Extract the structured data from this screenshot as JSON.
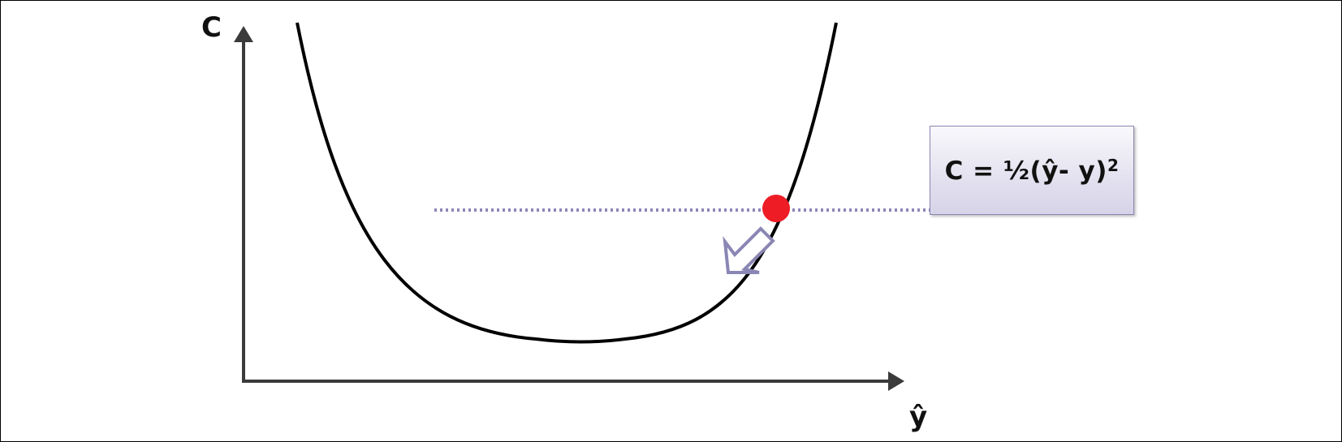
{
  "diagram": {
    "y_axis_label": "C",
    "x_axis_label": "ŷ",
    "formula": {
      "text": "C = ½(ŷ- y)",
      "exponent": "2"
    },
    "colors": {
      "curve": "#000000",
      "axes": "#3b3b3b",
      "dotted_line": "#8c86b8",
      "ball": "#ee1c24",
      "arrow_fill": "#ffffff",
      "arrow_stroke": "#8a86b4",
      "formula_box_border": "#8a86b4"
    },
    "icons": {
      "ball": "red-dot-icon",
      "arrow": "down-left-arrow-icon"
    }
  }
}
